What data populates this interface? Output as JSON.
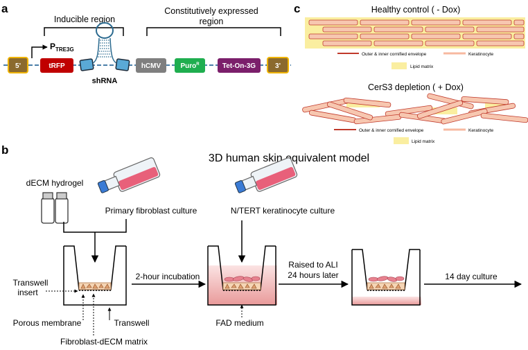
{
  "panel_a": {
    "letter": "a",
    "inducible_region": "Inducible region",
    "constitutive_line1": "Constitutively expressed",
    "constitutive_line2": "region",
    "promoter_main": "P",
    "promoter_sub": "TRE3G",
    "shrna": "shRNA",
    "blocks": {
      "five_prime": "5'",
      "trfp": "tRFP",
      "hcmv": "hCMV",
      "puro_main": "Puro",
      "puro_sup": "R",
      "teton": "Tet-On-3G",
      "three_prime": "3'"
    },
    "colors": {
      "ltr": "#8b6a2e",
      "ltr_border": "#f0b400",
      "trfp": "#c00000",
      "hcmv": "#7f7f7f",
      "puro": "#1fae4f",
      "teton": "#7b1f6b",
      "shrna_box": "#5aa9d6"
    }
  },
  "panel_c": {
    "letter": "c",
    "healthy_title": "Healthy control ( - Dox)",
    "depleted_title": "CerS3 depletion ( + Dox)",
    "legend_envelope": "Outer & inner cornified envelope",
    "legend_keratinocyte": "Keratinocyte",
    "legend_lipid": "Lipid matrix",
    "colors": {
      "lipid": "#faeea0",
      "cell": "#f7c7b0",
      "envelope": "#c0392b"
    }
  },
  "panel_b": {
    "letter": "b",
    "title": "3D human skin equivalent model",
    "dECM": "dECM hydrogel",
    "fibroblast_culture": "Primary fibroblast culture",
    "keratinocyte_culture": "N/TERT keratinocyte culture",
    "incubation": "2-hour incubation",
    "raised_line1": "Raised to ALI",
    "raised_line2": "24 hours later",
    "day_culture": "14 day culture",
    "transwell_insert_line1": "Transwell",
    "transwell_insert_line2": "insert",
    "porous_membrane": "Porous membrane",
    "transwell": "Transwell",
    "matrix": "Fibroblast-dECM matrix",
    "fad_medium": "FAD medium",
    "colors": {
      "medium": "#f2b8b8",
      "tissue": "#f5d5b5",
      "flask_liquid": "#e8607a"
    }
  }
}
